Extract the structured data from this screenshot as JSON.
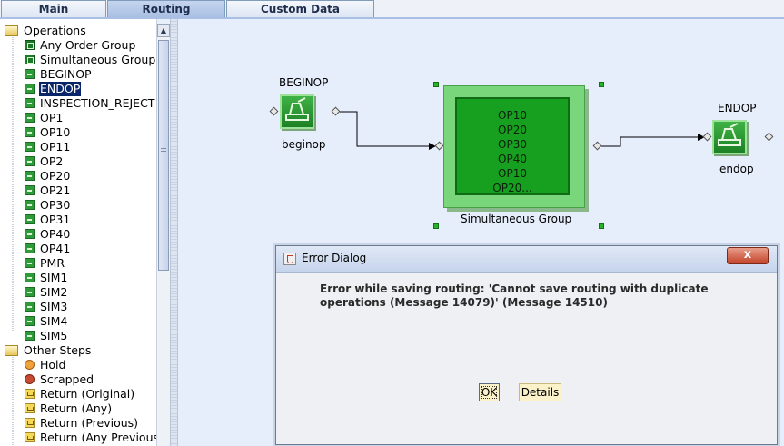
{
  "tabs": [
    {
      "label": "Main",
      "active": false
    },
    {
      "label": "Routing",
      "active": true
    },
    {
      "label": "Custom Data",
      "active": false
    }
  ],
  "tree": {
    "folders": {
      "operations": "Operations",
      "other_steps": "Other Steps"
    },
    "operation_items": [
      {
        "label": "Any Order Group",
        "icon": "group-icon"
      },
      {
        "label": "Simultaneous Group",
        "icon": "group-icon"
      },
      {
        "label": "BEGINOP",
        "icon": "operation-icon"
      },
      {
        "label": "ENDOP",
        "icon": "operation-icon",
        "selected": true
      },
      {
        "label": "INSPECTION_REJECT",
        "icon": "operation-icon"
      },
      {
        "label": "OP1",
        "icon": "operation-icon"
      },
      {
        "label": "OP10",
        "icon": "operation-icon"
      },
      {
        "label": "OP11",
        "icon": "operation-icon"
      },
      {
        "label": "OP2",
        "icon": "operation-icon"
      },
      {
        "label": "OP20",
        "icon": "operation-icon"
      },
      {
        "label": "OP21",
        "icon": "operation-icon"
      },
      {
        "label": "OP30",
        "icon": "operation-icon"
      },
      {
        "label": "OP31",
        "icon": "operation-icon"
      },
      {
        "label": "OP40",
        "icon": "operation-icon"
      },
      {
        "label": "OP41",
        "icon": "operation-icon"
      },
      {
        "label": "PMR",
        "icon": "operation-icon"
      },
      {
        "label": "SIM1",
        "icon": "operation-icon"
      },
      {
        "label": "SIM2",
        "icon": "operation-icon"
      },
      {
        "label": "SIM3",
        "icon": "operation-icon"
      },
      {
        "label": "SIM4",
        "icon": "operation-icon"
      },
      {
        "label": "SIM5",
        "icon": "operation-icon"
      }
    ],
    "other_items": [
      {
        "label": "Hold",
        "icon": "hold-icon"
      },
      {
        "label": "Scrapped",
        "icon": "scrapped-icon"
      },
      {
        "label": "Return (Original)",
        "icon": "return-icon"
      },
      {
        "label": "Return (Any)",
        "icon": "return-icon"
      },
      {
        "label": "Return (Previous)",
        "icon": "return-icon"
      },
      {
        "label": "Return (Any Previous",
        "icon": "return-icon"
      }
    ]
  },
  "canvas": {
    "begin_node": {
      "title": "BEGINOP",
      "caption": "beginop"
    },
    "group_node": {
      "caption": "Simultaneous Group",
      "ops": [
        "OP10",
        "OP20",
        "OP30",
        "OP40",
        "OP10",
        "OP20..."
      ]
    },
    "end_node": {
      "title": "ENDOP",
      "caption": "endop"
    }
  },
  "dialog": {
    "title": "Error Dialog",
    "close_label": "x",
    "message": "Error while saving routing: 'Cannot save routing with duplicate operations (Message 14079)' (Message 14510)",
    "ok_label": "OK",
    "details_label": "Details"
  },
  "colors": {
    "selection": "#0a246a",
    "node_green": "#1d8125",
    "group_green": "#17a01f",
    "canvas_bg": "#e6edfb"
  }
}
